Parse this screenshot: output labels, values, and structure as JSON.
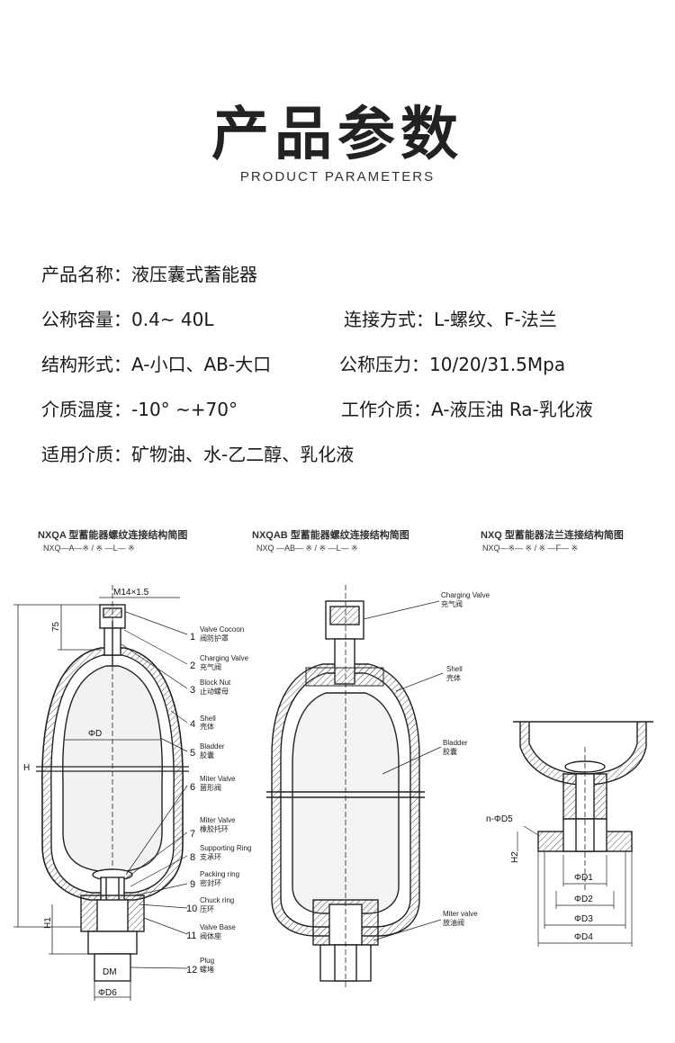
{
  "header": {
    "title": "产品参数",
    "subtitle": "PRODUCT PARAMETERS"
  },
  "specs": {
    "name": {
      "label": "产品名称：",
      "value": "液压囊式蓄能器"
    },
    "capacity": {
      "label": "公称容量：",
      "value": "0.4~  40L"
    },
    "connection": {
      "label": "连接方式：",
      "value": "L-螺纹、F-法兰"
    },
    "structure": {
      "label": "结构形式：",
      "value": "A-小口、AB-大口"
    },
    "pressure": {
      "label": "公称压力：",
      "value": "10/20/31.5Mpa"
    },
    "temperature": {
      "label": "介质温度：",
      "value": "-10°  ~+70°"
    },
    "medium": {
      "label": "工作介质：",
      "value": "A-液压油 Ra-乳化液"
    },
    "applicable": {
      "label": "适用介质：",
      "value": "矿物油、水-乙二醇、乳化液"
    }
  },
  "diagrams": {
    "left": {
      "title": "NXQA 型蓄能器螺纹连接结构简图",
      "code": "NXQ—A—※ / ※ —L— ※",
      "dims": {
        "m14": "M14×1.5",
        "d75": "75",
        "phiD": "ΦD",
        "H": "H",
        "H1": "H1",
        "DM": "DM",
        "phiD6": "ΦD6"
      },
      "parts": [
        {
          "n": "1",
          "en": "Valve Cocoon",
          "cn": "阀防护罩"
        },
        {
          "n": "2",
          "en": "Charging Valve",
          "cn": "充气阀"
        },
        {
          "n": "3",
          "en": "Block Nut",
          "cn": "止动螺母"
        },
        {
          "n": "4",
          "en": "Shell",
          "cn": "壳体"
        },
        {
          "n": "5",
          "en": "Bladder",
          "cn": "胶囊"
        },
        {
          "n": "6",
          "en": "Miter Valve",
          "cn": "菌形阀"
        },
        {
          "n": "7",
          "en": "Miter Valve",
          "cn": "橡胶托环"
        },
        {
          "n": "8",
          "en": "Supporting Ring",
          "cn": "支承环"
        },
        {
          "n": "9",
          "en": "Packing ring",
          "cn": "密封环"
        },
        {
          "n": "10",
          "en": "Chuck ring",
          "cn": "压环"
        },
        {
          "n": "11",
          "en": "Valve Base",
          "cn": "阀体座"
        },
        {
          "n": "12",
          "en": "Plug",
          "cn": "螺堵"
        }
      ]
    },
    "middle": {
      "title": "NXQAB 型蓄能器螺纹连接结构简图",
      "code": "NXQ —AB— ※ / ※ —L— ※",
      "parts": [
        {
          "en": "Charging Valve",
          "cn": "充气阀"
        },
        {
          "en": "Shell",
          "cn": "壳体"
        },
        {
          "en": "Bladder",
          "cn": "胶囊"
        },
        {
          "en": "Miter valve",
          "cn": "放油阀"
        }
      ]
    },
    "right": {
      "title": "NXQ 型蓄能器法兰连接结构简图",
      "code": "NXQ—※— ※ / ※ —F— ※",
      "dims": {
        "nD5": "n-ΦD5",
        "H2": "H2",
        "D1": "ΦD1",
        "D2": "ΦD2",
        "D3": "ΦD3",
        "D4": "ΦD4"
      }
    }
  }
}
